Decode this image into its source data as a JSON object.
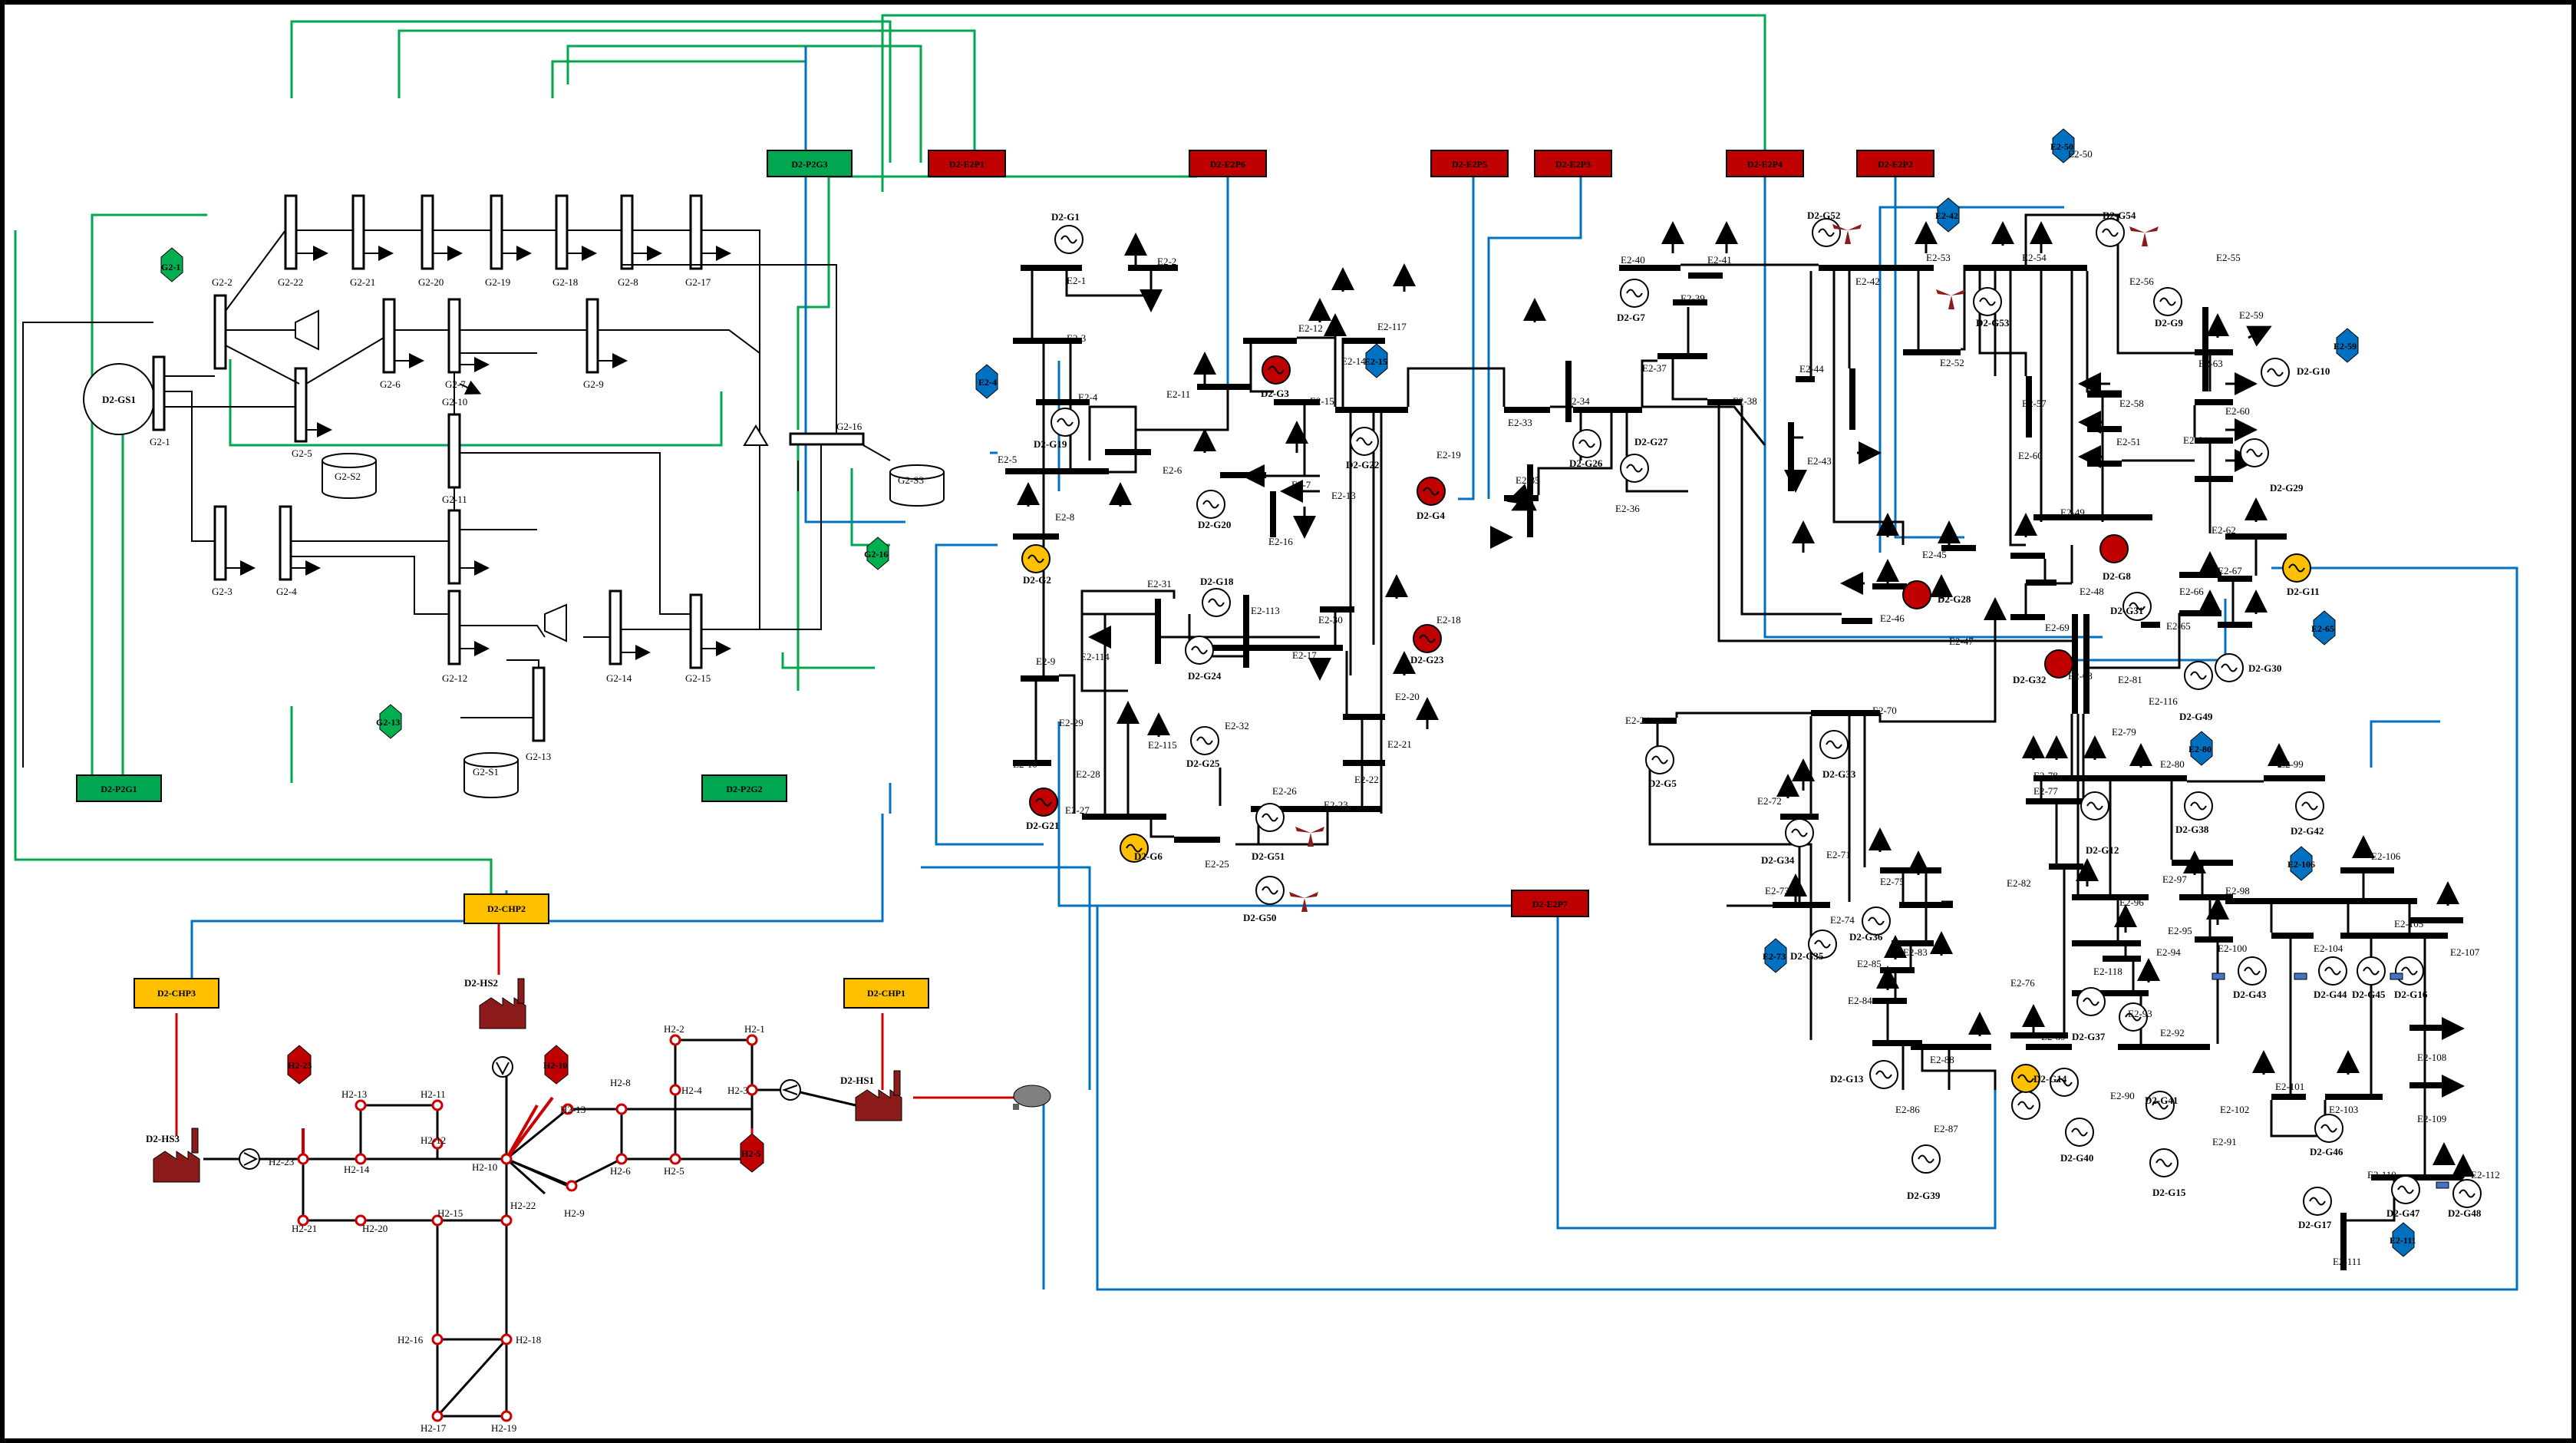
{
  "colors": {
    "gas": "#00a650",
    "heat_pipe": "#cc0000",
    "power_link": "#0070c0",
    "p2g_red": "#c00000",
    "chp_yellow": "#ffc000",
    "gas_hex": "#00b050",
    "load_hex_blue": "#0070c0",
    "hydrogen_hex_red": "#c00000",
    "wire": "#000000"
  },
  "gas_network": {
    "source": "D2-GS1",
    "buses": [
      "G2-1",
      "G2-2",
      "G2-3",
      "G2-4",
      "G2-5",
      "G2-6",
      "G2-7",
      "G2-8",
      "G2-9",
      "G2-10",
      "G2-11",
      "G2-12",
      "G2-13",
      "G2-14",
      "G2-15",
      "G2-16",
      "G2-17",
      "G2-18",
      "G2-19",
      "G2-20",
      "G2-21",
      "G2-22"
    ],
    "storages": [
      "G2-S1",
      "G2-S2",
      "G2-S3"
    ],
    "hex_loads": [
      "G2-1",
      "G2-13",
      "G2-16"
    ],
    "p2g": [
      "D2-P2G1",
      "D2-P2G2",
      "D2-P2G3"
    ]
  },
  "heat_network": {
    "chp": [
      "D2-CHP1",
      "D2-CHP2",
      "D2-CHP3"
    ],
    "heat_sources": [
      "D2-HS1",
      "D2-HS2",
      "D2-HS3"
    ],
    "nodes": [
      "H2-1",
      "H2-2",
      "H2-3",
      "H2-4",
      "H2-5",
      "H2-6",
      "H2-8",
      "H2-9",
      "H2-10",
      "H2-11",
      "H2-12",
      "H2-13",
      "H2-13",
      "H2-14",
      "H2-15",
      "H2-16",
      "H2-17",
      "H2-18",
      "H2-19",
      "H2-20",
      "H2-21",
      "H2-22",
      "H2-23"
    ],
    "hex_loads": [
      "H2-10",
      "H2-23",
      "H2-5"
    ]
  },
  "power_network": {
    "e2p": [
      "D2-E2P1",
      "D2-E2P2",
      "D2-E2P3",
      "D2-E2P4",
      "D2-E2P5",
      "D2-E2P6",
      "D2-E2P7"
    ],
    "hex_loads": [
      "E2-4",
      "E2-15",
      "E2-42",
      "E2-50",
      "E2-59",
      "E2-65",
      "E2-73",
      "E2-80",
      "E2-106",
      "E2-111"
    ],
    "generators": [
      "D2-G1",
      "D2-G2",
      "D2-G3",
      "D2-G4",
      "D2-G5",
      "D2-G6",
      "D2-G7",
      "D2-G8",
      "D2-G9",
      "D2-G10",
      "D2-G11",
      "D2-G12",
      "D2-G13",
      "D2-G14",
      "D2-G15",
      "D2-G16",
      "D2-G17",
      "D2-G18",
      "D2-G19",
      "D2-G20",
      "D2-G21",
      "D2-G22",
      "D2-G23",
      "D2-G24",
      "D2-G25",
      "D2-G26",
      "D2-G27",
      "D2-G28",
      "D2-G29",
      "D2-G30",
      "D2-G31",
      "D2-G32",
      "D2-G33",
      "D2-G34",
      "D2-G35",
      "D2-G36",
      "D2-G37",
      "D2-G38",
      "D2-G39",
      "D2-G40",
      "D2-G41",
      "D2-G42",
      "D2-G43",
      "D2-G44",
      "D2-G45",
      "D2-G46",
      "D2-G47",
      "D2-G48",
      "D2-G49",
      "D2-G50",
      "D2-G51",
      "D2-G52",
      "D2-G53",
      "D2-G54"
    ]
  },
  "labels": {
    "gs1": "D2-GS1",
    "p2g1": "D2-P2G1",
    "p2g2": "D2-P2G2",
    "p2g3": "D2-P2G3",
    "chp1": "D2-CHP1",
    "chp2": "D2-CHP2",
    "chp3": "D2-CHP3",
    "hs1": "D2-HS1",
    "hs2": "D2-HS2",
    "hs3": "D2-HS3",
    "e2p1": "D2-E2P1",
    "e2p2": "D2-E2P2",
    "e2p3": "D2-E2P3",
    "e2p4": "D2-E2P4",
    "e2p5": "D2-E2P5",
    "e2p6": "D2-E2P6",
    "e2p7": "D2-E2P7"
  }
}
